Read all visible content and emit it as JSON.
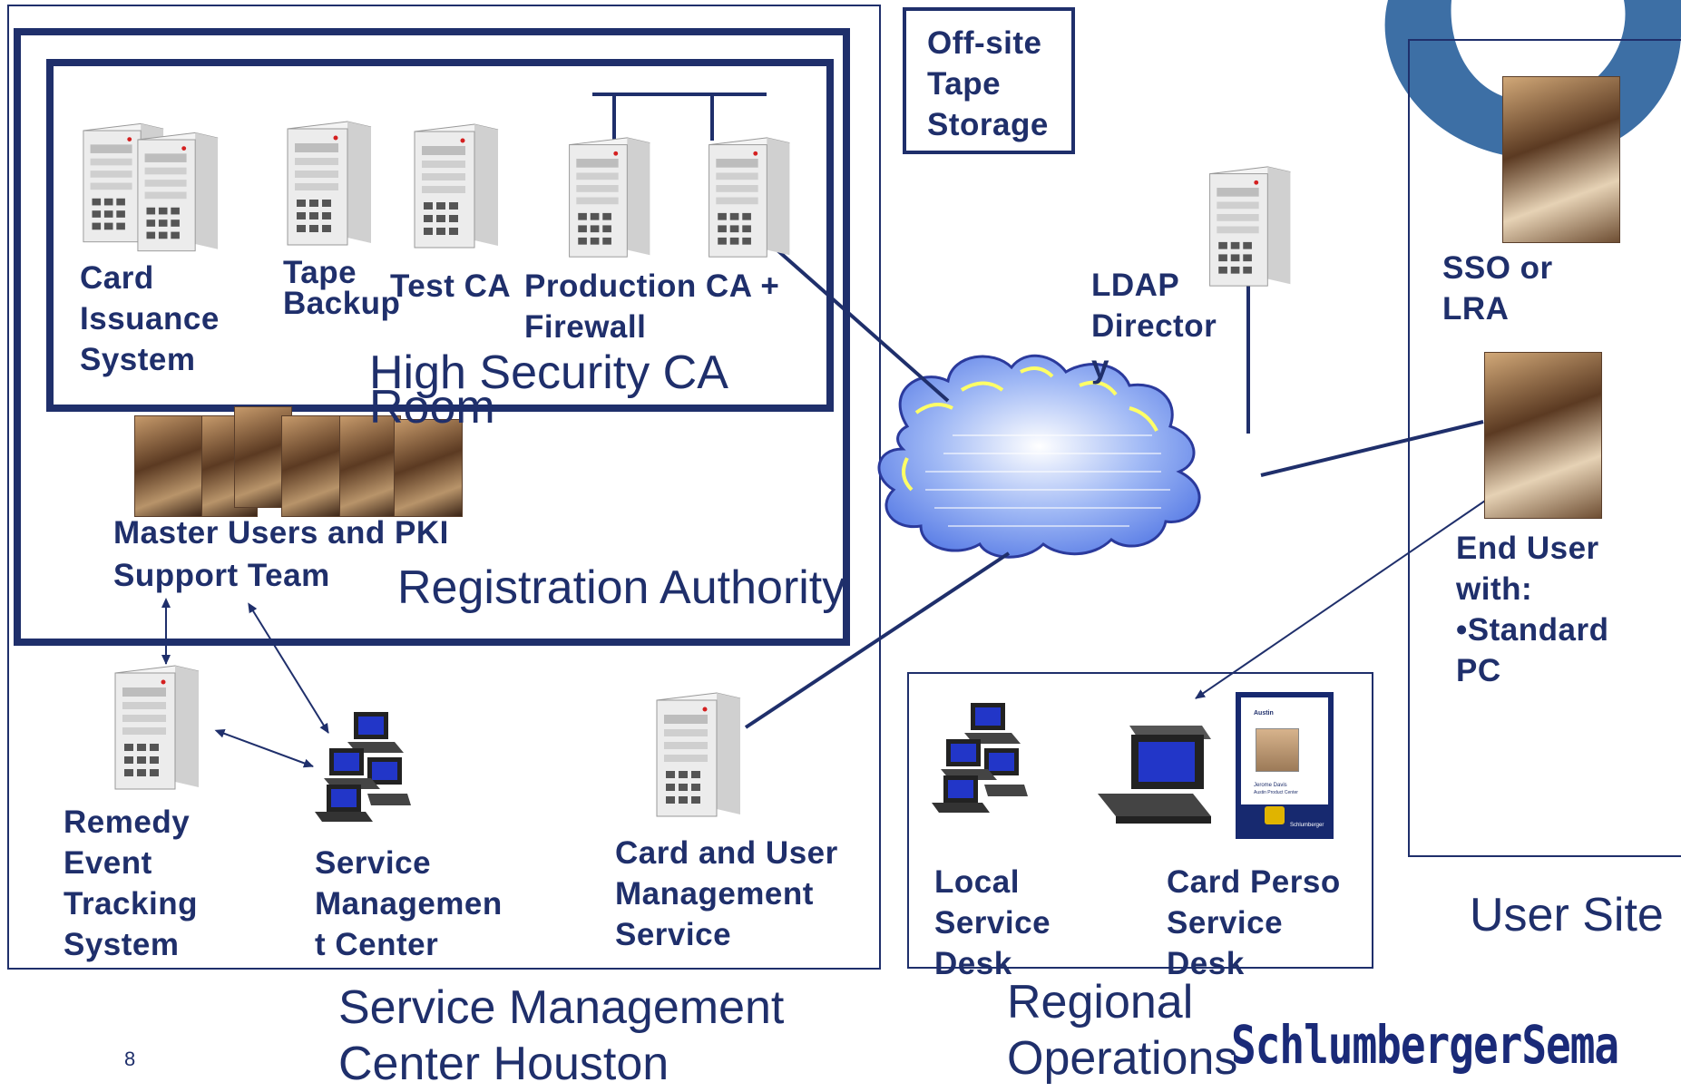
{
  "colors": {
    "ink": "#1f2f6b",
    "frame": "#1f2f6b",
    "arrow": "#1f2f6b",
    "logo": "#1a2a78",
    "cloud": "#7e9ff0",
    "cloud_highlight": "#ffff66",
    "ring": "#3d6fa5"
  },
  "zones": {
    "high_security": [
      "High Security CA",
      "Room"
    ],
    "registration": "Registration Authority",
    "service_center": [
      "Service Management",
      "Center Houston"
    ],
    "regional": [
      "Regional",
      "Operations"
    ],
    "user_site": "User Site"
  },
  "offsite": [
    "Off-site",
    "Tape",
    "Storage"
  ],
  "servers": {
    "card_issuance": [
      "Card",
      "Issuance",
      "System"
    ],
    "tape_backup": [
      "Tape",
      "Backup"
    ],
    "test_ca": "Test CA",
    "production_ca": [
      "Production CA +",
      "Firewall"
    ],
    "ldap": [
      "LDAP",
      "Director",
      "y"
    ],
    "remedy": [
      "Remedy",
      "Event",
      "Tracking",
      "System"
    ],
    "card_user_mgmt": [
      "Card and User",
      "Management",
      "Service"
    ]
  },
  "teams": {
    "master_users": [
      "Master Users and PKI",
      "Support Team"
    ],
    "service_mgmt_center": [
      "Service",
      "Managemen",
      "t Center"
    ]
  },
  "regional_items": {
    "local_desk": [
      "Local",
      "Service",
      "Desk"
    ],
    "card_perso": [
      "Card Perso",
      "Service",
      "Desk"
    ],
    "badge_text": [
      "Austin",
      "Jerome Davis",
      "Austin Product Center",
      "Schlumberger"
    ]
  },
  "user_site": {
    "sso": [
      "SSO or",
      "LRA"
    ],
    "end_user": [
      "End User",
      "with:",
      "•Standard",
      "PC"
    ]
  },
  "footer": {
    "page": "8",
    "logo": "SchlumbergerSema"
  }
}
